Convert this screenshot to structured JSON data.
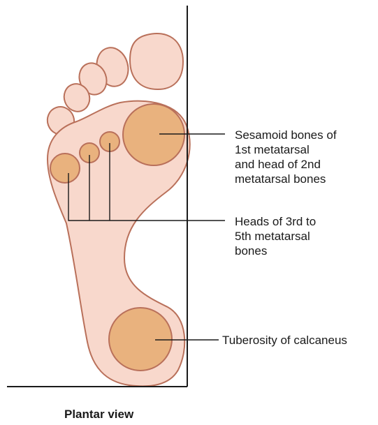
{
  "diagram": {
    "caption": "Plantar view",
    "labels": {
      "sesamoid": [
        "Sesamoid bones of",
        "1st metatarsal",
        "and head of 2nd",
        "metatarsal bones"
      ],
      "heads_3_5": [
        "Heads of 3rd to",
        "5th metatarsal",
        "bones"
      ],
      "calcaneus": [
        "Tuberosity of calcaneus"
      ]
    }
  },
  "colors": {
    "skin_fill": "#f8d8cc",
    "skin_stroke": "#b9705a",
    "pad_fill": "#e9b27e",
    "pad_stroke": "#b9705a",
    "leader_line": "#1a1a1a"
  }
}
